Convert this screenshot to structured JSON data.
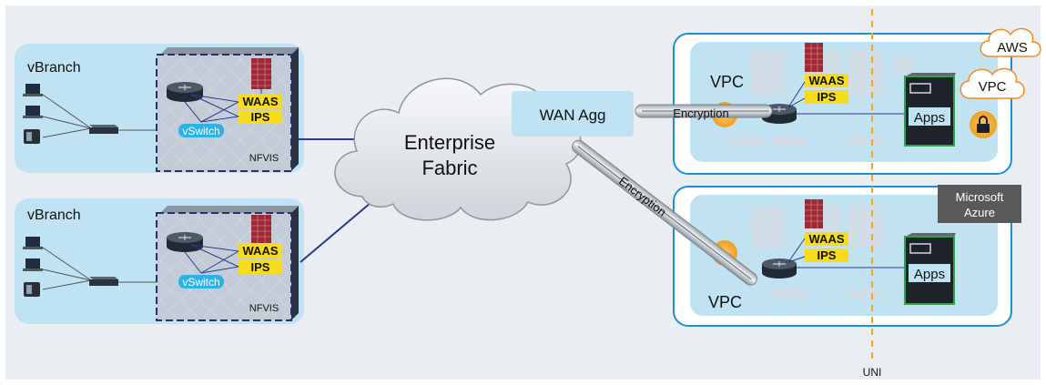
{
  "colors": {
    "background": "#eaeef2",
    "branch_panel": "#bfe3f3",
    "vpc_panel": "#bfe3f3",
    "cloud_border": "#1e90d6",
    "dark_link": "#2a3a8c",
    "tag_yellow": "#f7dc1e",
    "vswitch_blue": "#2ab3e6",
    "uni_line": "#f5a623",
    "lock_orange": "#f5b135",
    "aws_orange": "#f28b20",
    "azure_badge": "#595959"
  },
  "branches": [
    {
      "title": "vBranch",
      "nfvis": "NFVIS",
      "vswitch": "vSwitch",
      "waas": "WAAS",
      "ips": "IPS",
      "icons": [
        "laptop-icon",
        "laptop-icon",
        "ip-phone-icon",
        "switch-icon",
        "router-icon",
        "firewall-icon"
      ]
    },
    {
      "title": "vBranch",
      "nfvis": "NFVIS",
      "vswitch": "vSwitch",
      "waas": "WAAS",
      "ips": "IPS",
      "icons": [
        "laptop-icon",
        "laptop-icon",
        "ip-phone-icon",
        "switch-icon",
        "router-icon",
        "firewall-icon"
      ]
    }
  ],
  "fabric": {
    "line1": "Enterprise",
    "line2": "Fabric",
    "icon": "cloud-icon"
  },
  "wan_agg": {
    "label": "WAN Agg"
  },
  "tunnels": [
    {
      "label": "Encryption"
    },
    {
      "label": "Encryption"
    }
  ],
  "clouds": [
    {
      "vpc_label": "VPC",
      "waas": "WAAS",
      "ips": "IPS",
      "apps": "Apps",
      "provider_cloud": "AWS",
      "provider_cloud_sub": "VPC",
      "icons": [
        "router-icon",
        "firewall-icon",
        "server-icon",
        "lock-icon",
        "aws-cloud-icon"
      ]
    },
    {
      "vpc_label": "VPC",
      "waas": "WAAS",
      "ips": "IPS",
      "apps": "Apps",
      "provider_badge_line1": "Microsoft",
      "provider_badge_line2": "Azure",
      "icons": [
        "router-icon",
        "firewall-icon",
        "server-icon",
        "lock-icon"
      ]
    }
  ],
  "uni": {
    "label": "UNI"
  }
}
